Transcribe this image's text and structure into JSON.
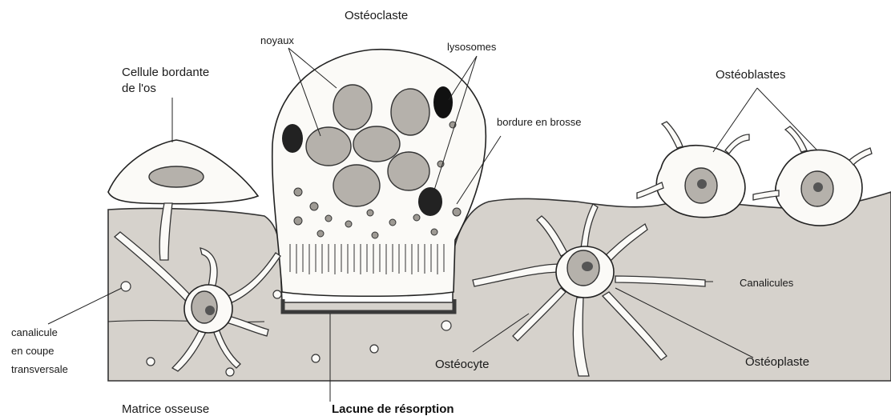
{
  "labels": {
    "osteoclaste": "Ostéoclaste",
    "noyaux": "noyaux",
    "lysosomes": "lysosomes",
    "bordure": "bordure en brosse",
    "cellule_bordante_1": "Cellule bordante",
    "cellule_bordante_2": "de l'os",
    "osteoblastes": "Ostéoblastes",
    "canalicules": "Canalicules",
    "canalicule_1": "canalicule",
    "canalicule_2": "en coupe",
    "canalicule_3": "transversale",
    "osteocyte": "Ostéocyte",
    "osteoplaste": "Ostéoplaste",
    "matrice": "Matrice osseuse",
    "lacune": "Lacune de résorption"
  }
}
